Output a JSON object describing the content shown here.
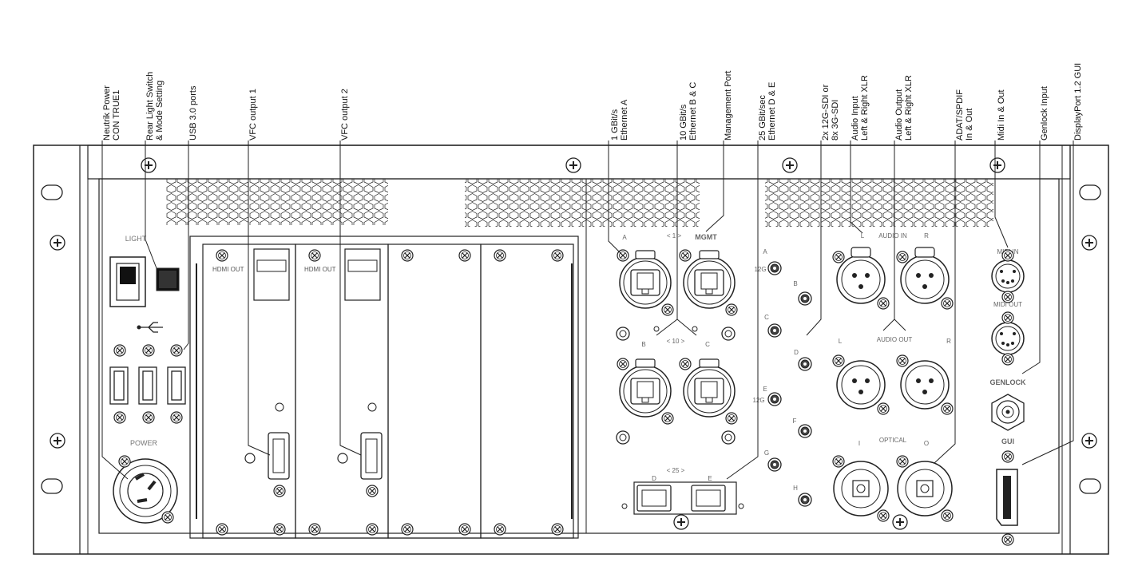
{
  "callouts": {
    "neutrik_power": [
      "Neutrik Power",
      "CON TRUE1"
    ],
    "rear_light": [
      "Rear Light Switch",
      "& Mode Setting"
    ],
    "usb": [
      "USB 3.0 ports"
    ],
    "vfc1": [
      "VFC output 1"
    ],
    "vfc2": [
      "VFC output 2"
    ],
    "eth_a": [
      "1 GBit/s",
      "Ethernet A"
    ],
    "eth_bc": [
      "10 GBit/s",
      "Ethernet B & C"
    ],
    "mgmt": [
      "Management Port"
    ],
    "eth_de": [
      "25 GBit/sec",
      "Ethernet D & E"
    ],
    "sdi": [
      "2x 12G-SDI or",
      "8x 3G-SDI"
    ],
    "audio_in": [
      "Audio Input",
      "Left & Right XLR"
    ],
    "audio_out": [
      "Audio Output",
      "Left & Right XLR"
    ],
    "adat": [
      "ADAT/SPDIF",
      "In & Out"
    ],
    "midi": [
      "Midi In & Out"
    ],
    "genlock": [
      "Genlock Input"
    ],
    "dp": [
      "DisplayPort 1.2 GUI"
    ]
  },
  "panel": {
    "light": "LIGHT",
    "power": "POWER",
    "hdmi_out": "HDMI OUT",
    "a": "A",
    "b": "B",
    "c": "C",
    "d": "D",
    "e": "E",
    "f": "F",
    "g": "G",
    "h": "H",
    "lbl_1": "< 1 >",
    "lbl_10": "< 10 >",
    "lbl_25": "< 25 >",
    "mgmt": "MGMT",
    "g12": "12G",
    "l": "L",
    "r": "R",
    "audio_in": "AUDIO IN",
    "audio_out": "AUDIO OUT",
    "optical": "OPTICAL",
    "i": "I",
    "o": "O",
    "midi_in": "MIDI IN",
    "midi_out": "MIDI OUT",
    "genlock": "GENLOCK",
    "gui": "GUI"
  }
}
